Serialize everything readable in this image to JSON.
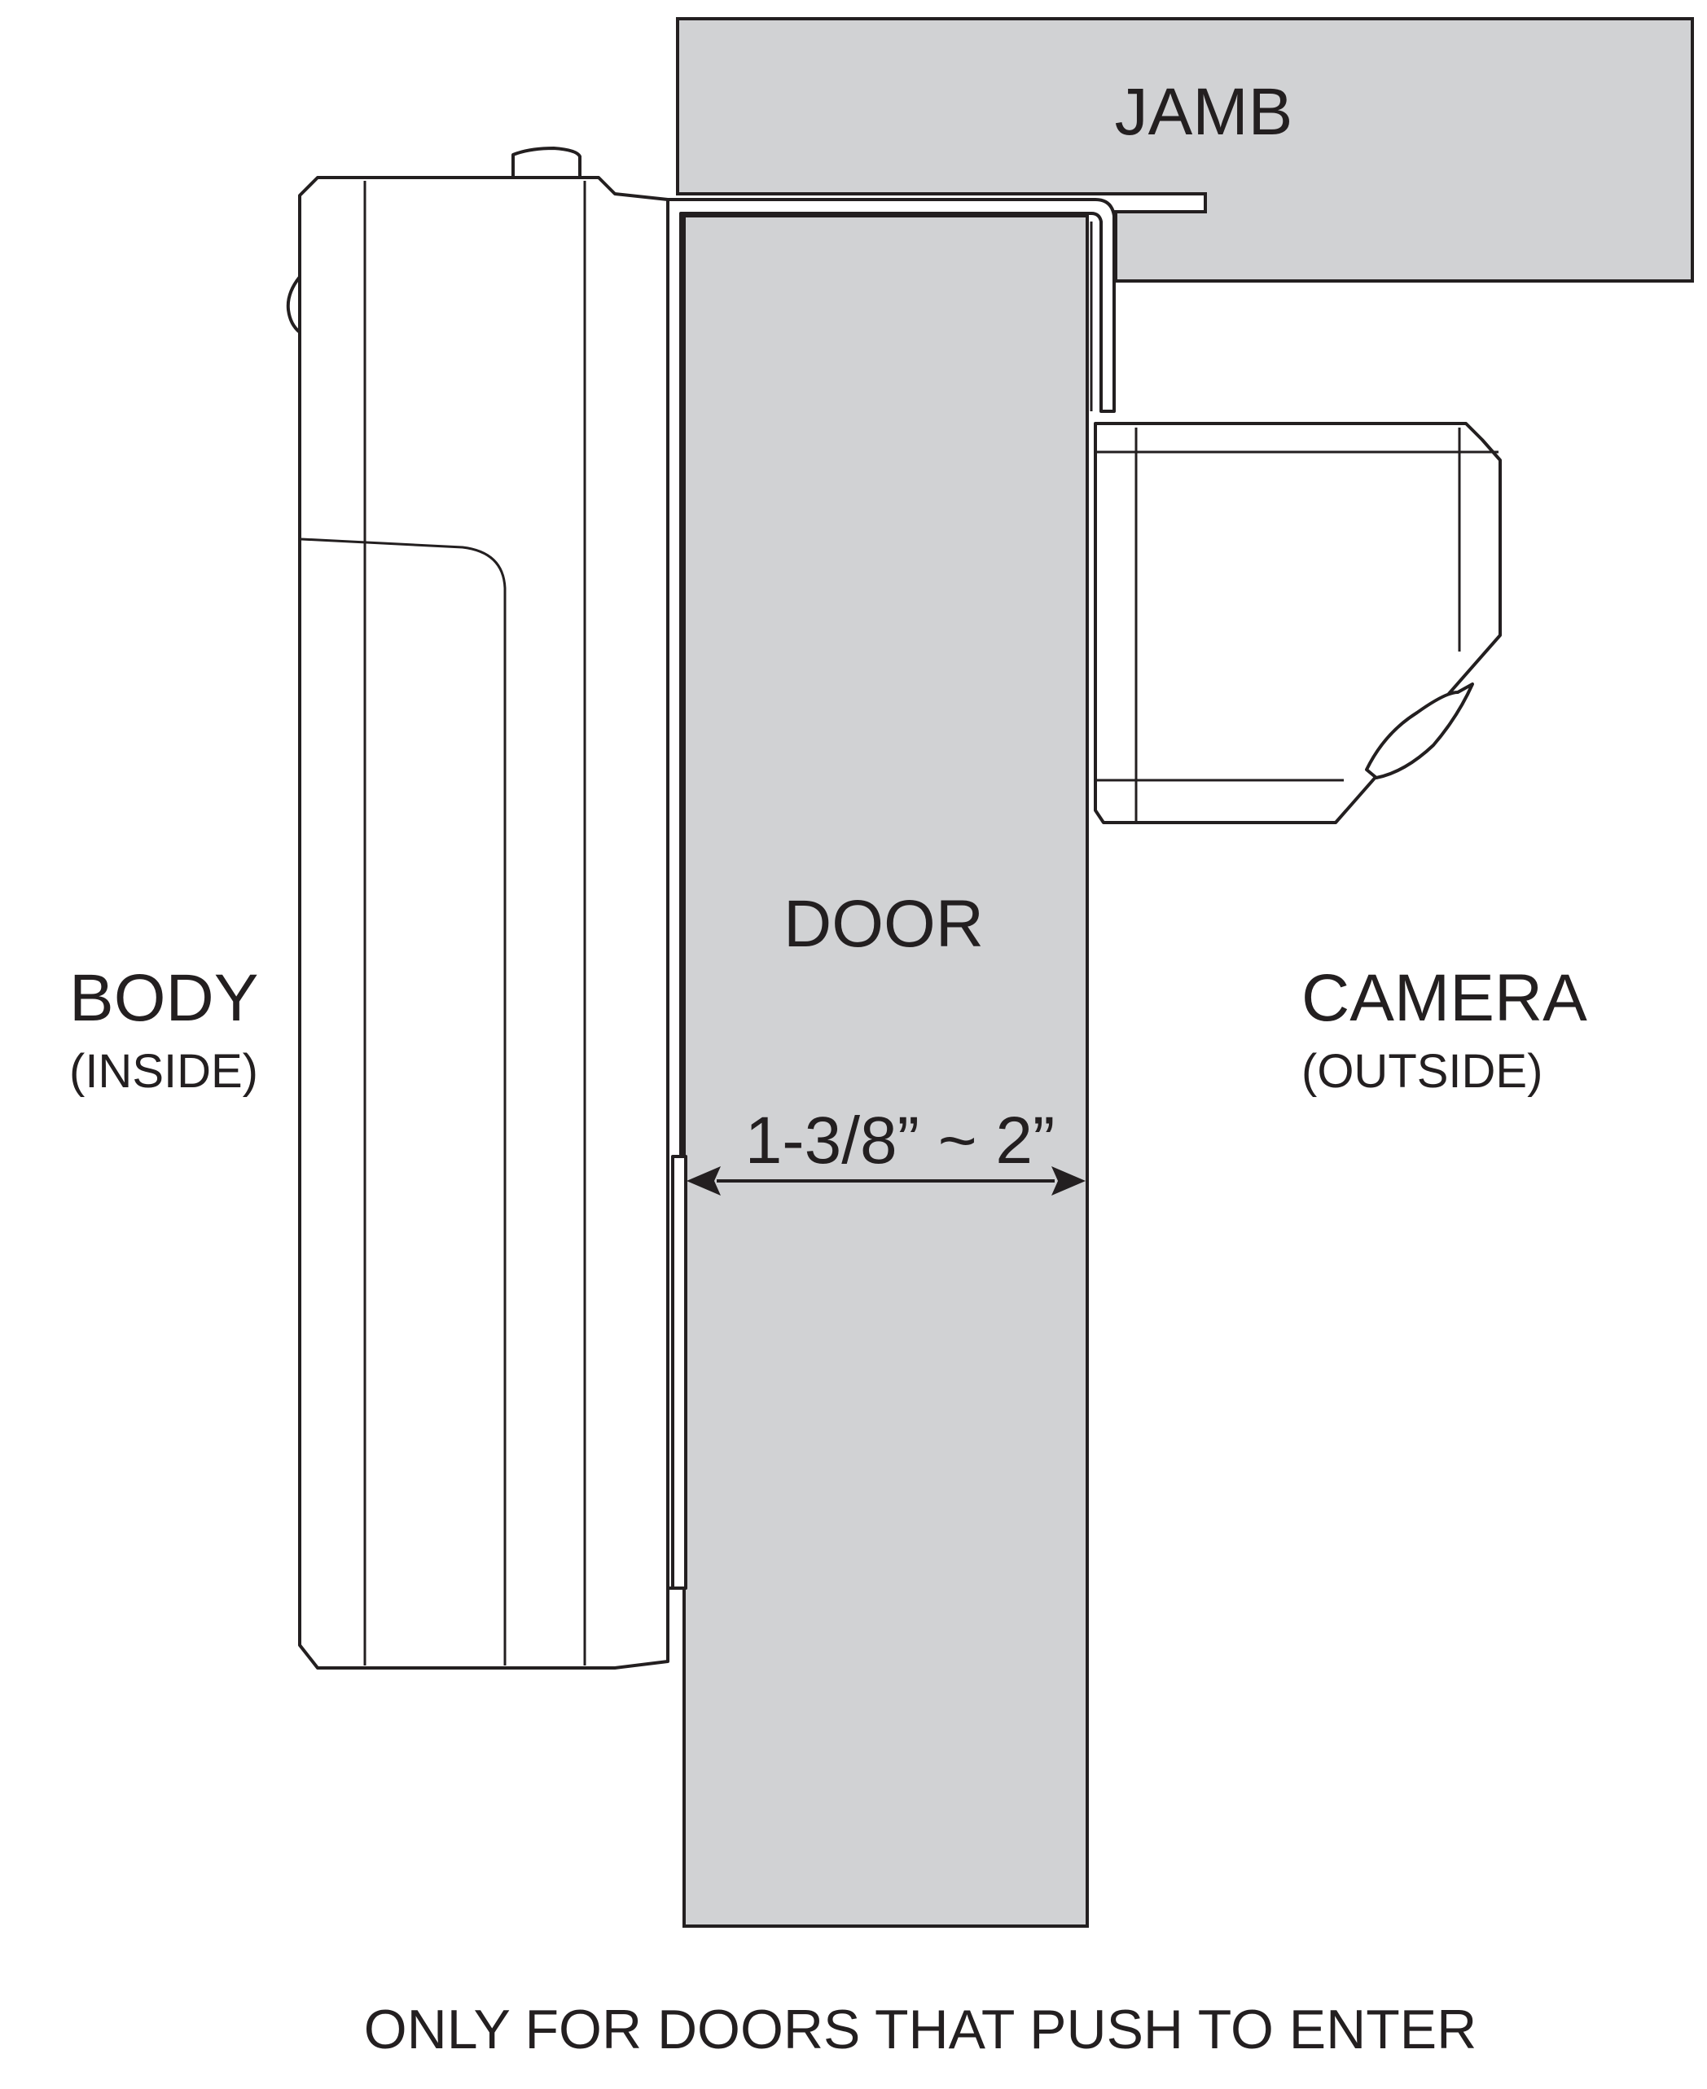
{
  "labels": {
    "jamb": "JAMB",
    "door": "DOOR",
    "body": "BODY",
    "body_sub": "(INSIDE)",
    "camera": "CAMERA",
    "camera_sub": "(OUTSIDE)",
    "thickness": "1-3/8” ~ 2”",
    "footer": "ONLY FOR DOORS THAT PUSH TO ENTER"
  },
  "colors": {
    "fill_gray": "#d1d2d4",
    "line": "#231f20",
    "background": "#ffffff"
  }
}
